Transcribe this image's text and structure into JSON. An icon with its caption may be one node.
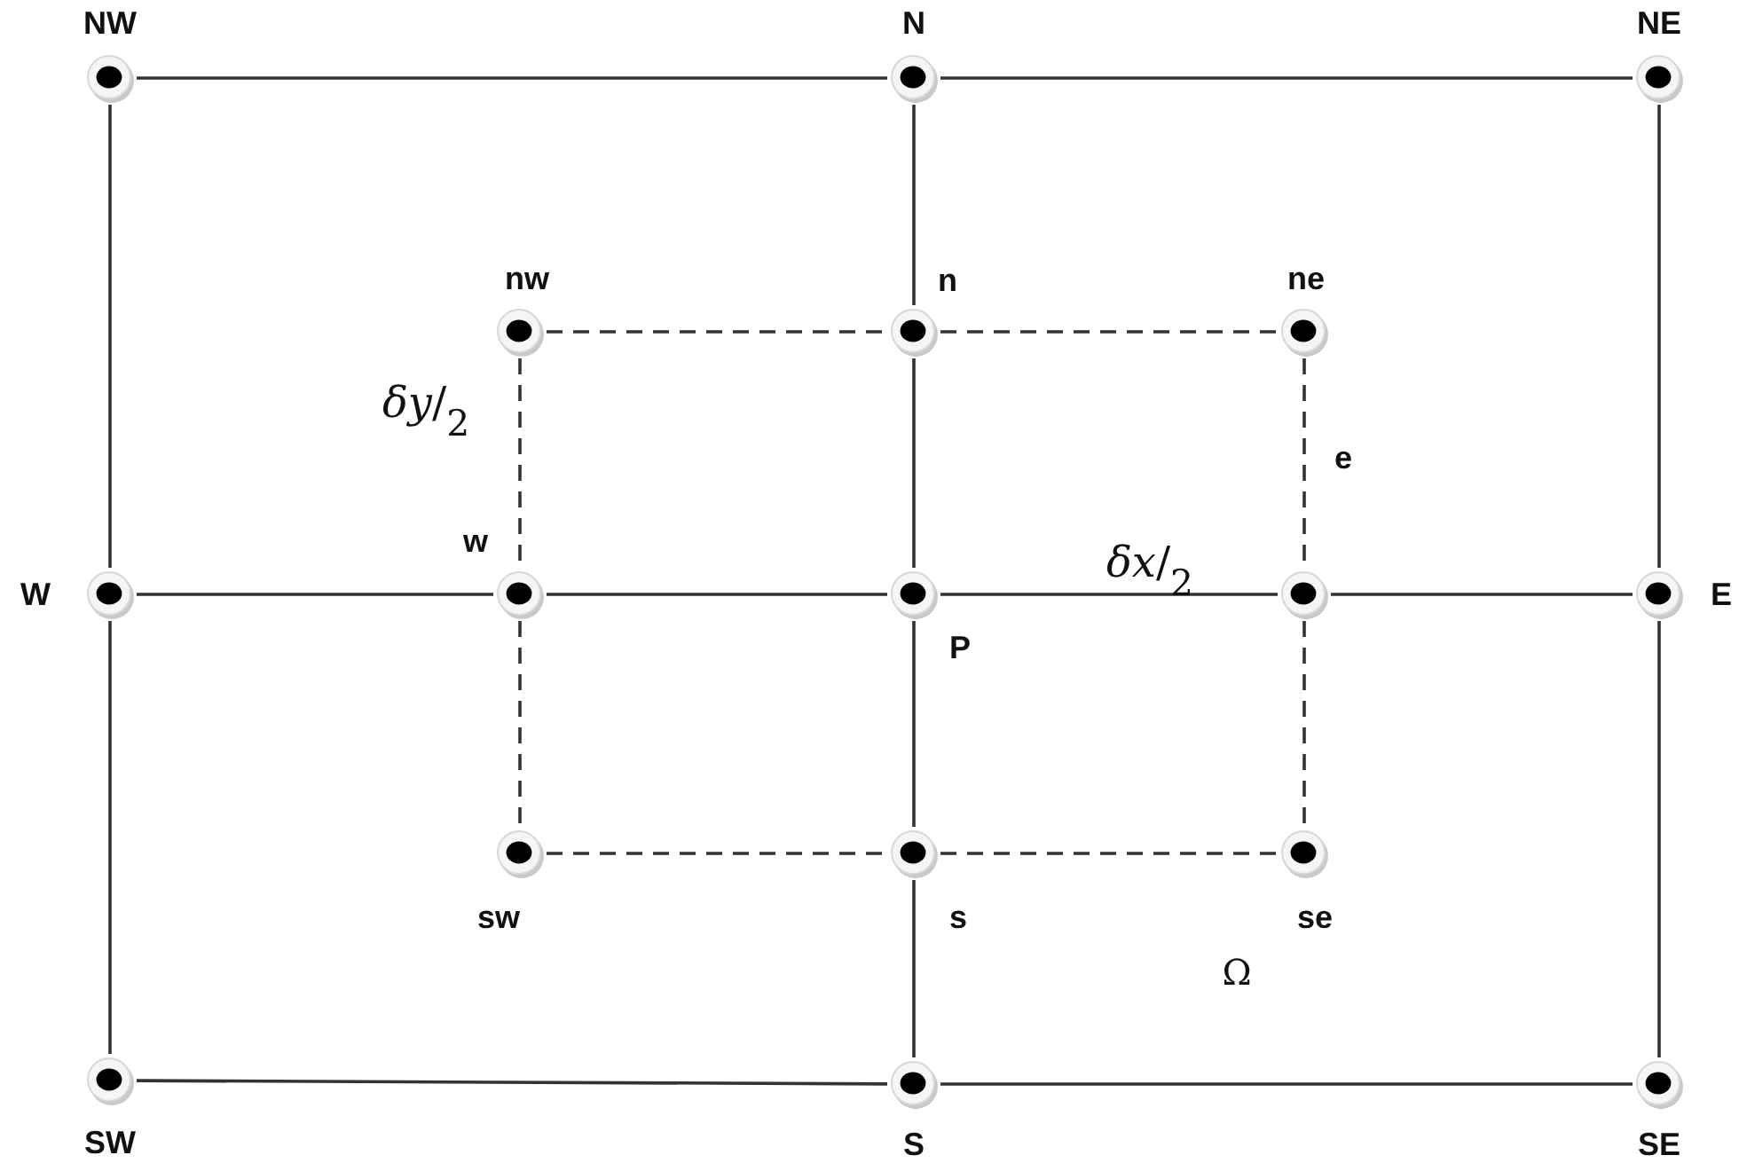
{
  "diagram": {
    "nodes": [
      {
        "text": [],
        "shape": "circle",
        "beside": [
          "NW"
        ]
      },
      {
        "text": [],
        "shape": "circle",
        "beside": [
          "N"
        ]
      },
      {
        "text": [],
        "shape": "circle",
        "beside": [
          "NE"
        ]
      },
      {
        "text": [],
        "shape": "circle",
        "beside": [
          "nw"
        ]
      },
      {
        "text": [],
        "shape": "circle",
        "beside": [
          "n"
        ]
      },
      {
        "text": [],
        "shape": "circle",
        "beside": [
          "ne"
        ]
      },
      {
        "text": [],
        "shape": "circle",
        "beside": [
          "W"
        ]
      },
      {
        "text": [],
        "shape": "circle",
        "beside": [
          "w"
        ]
      },
      {
        "text": [],
        "shape": "circle",
        "beside": [
          "P"
        ]
      },
      {
        "text": [],
        "shape": "circle"
      },
      {
        "text": [],
        "shape": "circle",
        "beside": [
          "E"
        ]
      },
      {
        "text": [],
        "shape": "circle",
        "beside": [
          "sw"
        ]
      },
      {
        "text": [],
        "shape": "circle",
        "beside": [
          "s"
        ]
      },
      {
        "text": [],
        "shape": "circle",
        "beside": [
          "se"
        ]
      },
      {
        "text": [],
        "shape": "circle",
        "beside": [
          "SW"
        ]
      },
      {
        "text": [],
        "shape": "circle",
        "beside": [
          "S"
        ]
      },
      {
        "text": [],
        "shape": "circle",
        "beside": [
          "SE"
        ]
      }
    ],
    "edges": [
      {
        "from": 0,
        "to": 1,
        "arrow": "none"
      },
      {
        "from": 1,
        "to": 2,
        "arrow": "none"
      },
      {
        "from": 0,
        "to": 6,
        "arrow": "none"
      },
      {
        "from": 1,
        "to": 4,
        "arrow": "none"
      },
      {
        "from": 2,
        "to": 10,
        "arrow": "none"
      },
      {
        "from": 3,
        "to": 4,
        "arrow": "none",
        "style": "dashed"
      },
      {
        "from": 4,
        "to": 5,
        "arrow": "none",
        "style": "dashed"
      },
      {
        "from": 3,
        "to": 7,
        "arrow": "none",
        "style": "dashed"
      },
      {
        "from": 4,
        "to": 8,
        "arrow": "none"
      },
      {
        "from": 5,
        "to": 9,
        "arrow": "none",
        "style": "dashed"
      },
      {
        "from": 6,
        "to": 7,
        "arrow": "none"
      },
      {
        "from": 7,
        "to": 8,
        "arrow": "none"
      },
      {
        "from": 8,
        "to": 9,
        "arrow": "none"
      },
      {
        "from": 9,
        "to": 10,
        "arrow": "none"
      },
      {
        "from": 6,
        "to": 14,
        "arrow": "none"
      },
      {
        "from": 7,
        "to": 11,
        "arrow": "none",
        "style": "dashed"
      },
      {
        "from": 8,
        "to": 12,
        "arrow": "none"
      },
      {
        "from": 9,
        "to": 13,
        "arrow": "none",
        "style": "dashed"
      },
      {
        "from": 10,
        "to": 16,
        "arrow": "none"
      },
      {
        "from": 11,
        "to": 12,
        "arrow": "none",
        "style": "dashed"
      },
      {
        "from": 12,
        "to": 13,
        "arrow": "none",
        "style": "dashed"
      },
      {
        "from": 12,
        "to": 15,
        "arrow": "none"
      },
      {
        "from": 14,
        "to": 15,
        "arrow": "none"
      },
      {
        "from": 15,
        "to": 16,
        "arrow": "none"
      }
    ],
    "labels": [
      "*δy*/$_{2}$",
      "e",
      "*δx*/$_{2}$",
      "Ω"
    ]
  }
}
